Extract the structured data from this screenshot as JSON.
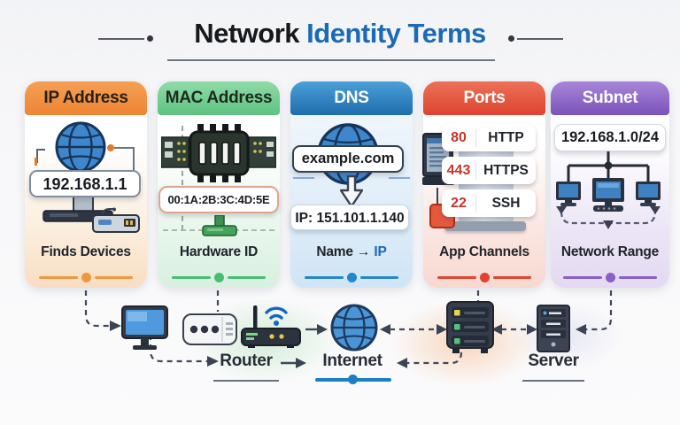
{
  "title": {
    "black": "Network",
    "blue": "Identity Terms"
  },
  "colors": {
    "title_blue": "#1b6ab5",
    "ip_accent": "#ec9a3e",
    "mac_accent": "#49bd74",
    "dns_accent": "#2287ce",
    "ports_accent": "#df4430",
    "subnet_accent": "#8a5fc6",
    "internet_line": "#1d7fc4",
    "port_number_red": "#c9342a"
  },
  "cards": [
    {
      "title": "IP Address",
      "value": "192.168.1.1",
      "caption": "Finds Devices",
      "icon": "globe-on-stand-icon"
    },
    {
      "title": "MAC Address",
      "value": "00:1A:2B:3C:4D:5E",
      "caption": "Hardware ID",
      "icon": "network-chip-icon"
    },
    {
      "title": "DNS",
      "domain": "example.com",
      "resolved_ip": "IP: 151.101.1.140",
      "caption_name": "Name",
      "caption_arrow": "→",
      "caption_ip": "IP",
      "icon": "globe-icon"
    },
    {
      "title": "Ports",
      "rows": [
        {
          "port": "80",
          "service": "HTTP"
        },
        {
          "port": "443",
          "service": "HTTPS"
        },
        {
          "port": "22",
          "service": "SSH"
        }
      ],
      "caption": "App Channels",
      "icon": "server-monitor-icon"
    },
    {
      "title": "Subnet",
      "value": "192.168.1.0/24",
      "caption": "Network Range",
      "icon": "computer-tree-icon"
    }
  ],
  "bottom": {
    "router": "Router",
    "internet": "Internet",
    "server": "Server"
  }
}
